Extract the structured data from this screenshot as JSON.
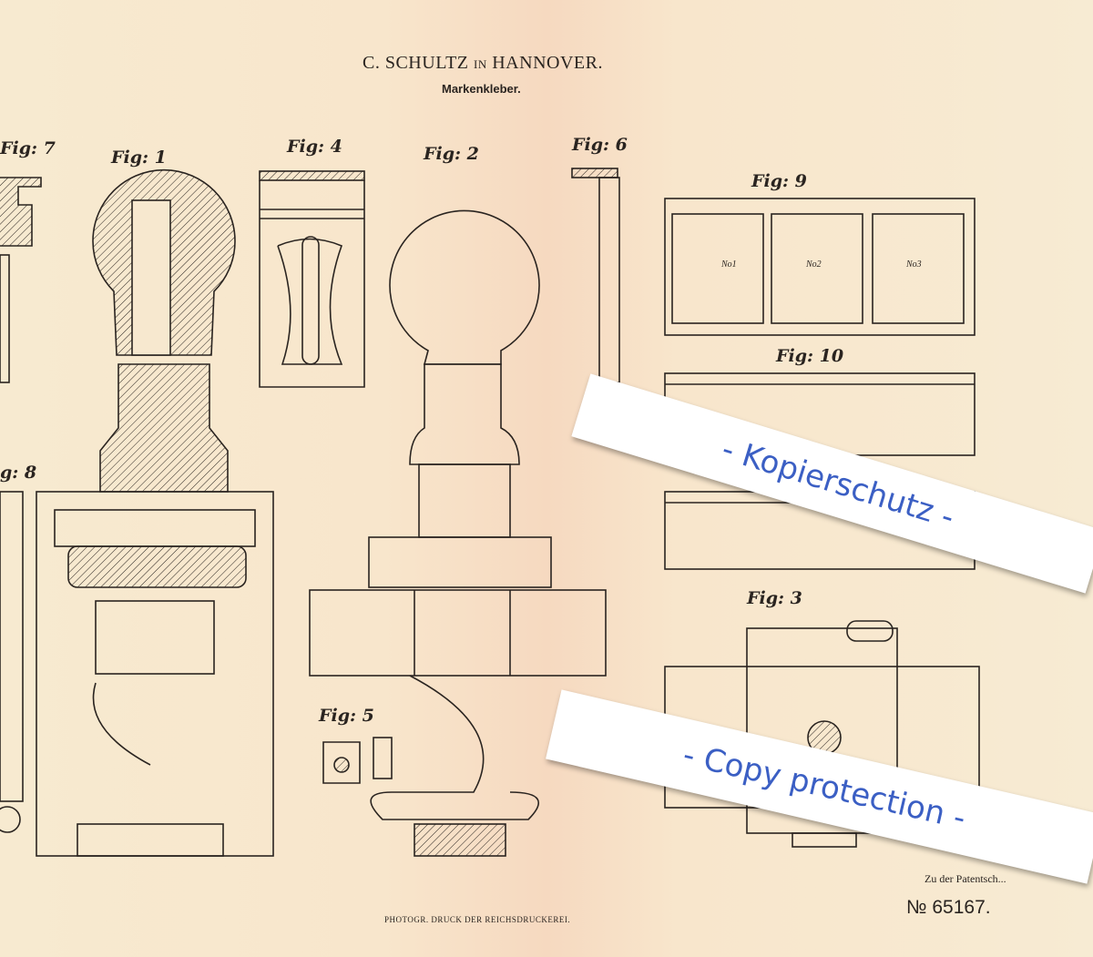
{
  "header": {
    "inventor": "C. SCHULTZ",
    "conjunction": "IN",
    "place": "HANNOVER.",
    "subject": "Markenkleber."
  },
  "figures": [
    "Fig: 7",
    "Fig: 1",
    "Fig: 4",
    "Fig: 2",
    "Fig: 6",
    "Fig: 9",
    "Fig: 10",
    "Fig: 3",
    "Fig: 5",
    "g: 8"
  ],
  "fig9_labels": [
    "No1",
    "No2",
    "No3"
  ],
  "footer": {
    "printer": "PHOTOGR. DRUCK DER REICHSDRUCKEREI.",
    "patent_ref": "Zu der Patentsch...",
    "patent_number": "№ 65167."
  },
  "watermarks": {
    "de": "- Kopierschutz -",
    "en": "- Copy protection -"
  }
}
